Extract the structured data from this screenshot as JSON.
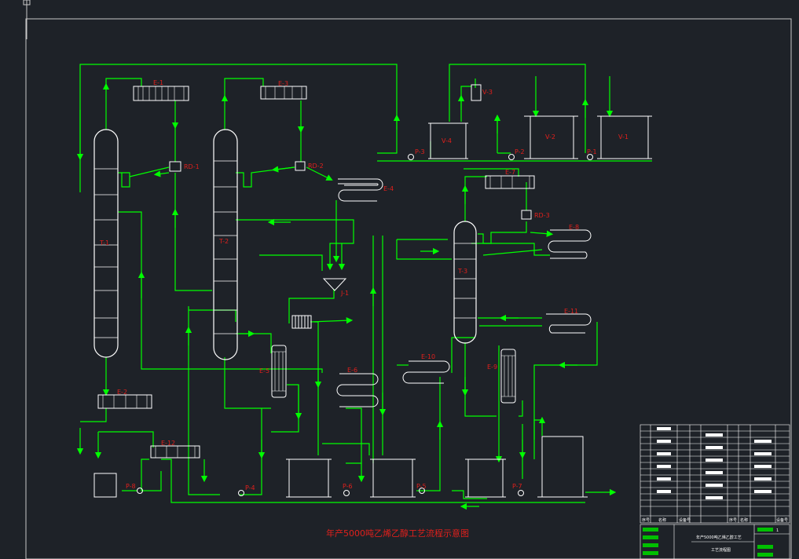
{
  "title": "年产5000吨乙烯乙醇工艺流程示意图",
  "colors": {
    "background": "#1e2228",
    "pipe": "#00ff00",
    "equipment": "#ffffff",
    "label": "#e0201c"
  },
  "labels": {
    "T1": "T-1",
    "T2": "T-2",
    "T3": "T-3",
    "E1": "E-1",
    "E2": "E-2",
    "E3": "E-3",
    "E4": "E-4",
    "E5": "E-5",
    "E6": "E-6",
    "E7": "E-7",
    "E8": "E-8",
    "E9": "E-9",
    "E10": "E-10",
    "E11": "E-11",
    "E12": "E-12",
    "RD1": "RD-1",
    "RD2": "RD-2",
    "RD3": "RD-3",
    "V1": "V-1",
    "V2": "V-2",
    "V3": "V-3",
    "V4": "V-4",
    "P1": "P-1",
    "P2": "P-2",
    "P3": "P-3",
    "P4": "P-4",
    "P5": "P-5",
    "P6": "P-6",
    "P7": "P-7",
    "P8": "P-8",
    "J1": "J-1"
  },
  "title_block": {
    "header": [
      "序号",
      "名称",
      "设备号",
      "序号",
      "名称",
      "设备号"
    ],
    "project_name": "年产5000吨乙烯乙醇工艺",
    "drawing_name": "工艺流程图",
    "sheet": "1"
  }
}
